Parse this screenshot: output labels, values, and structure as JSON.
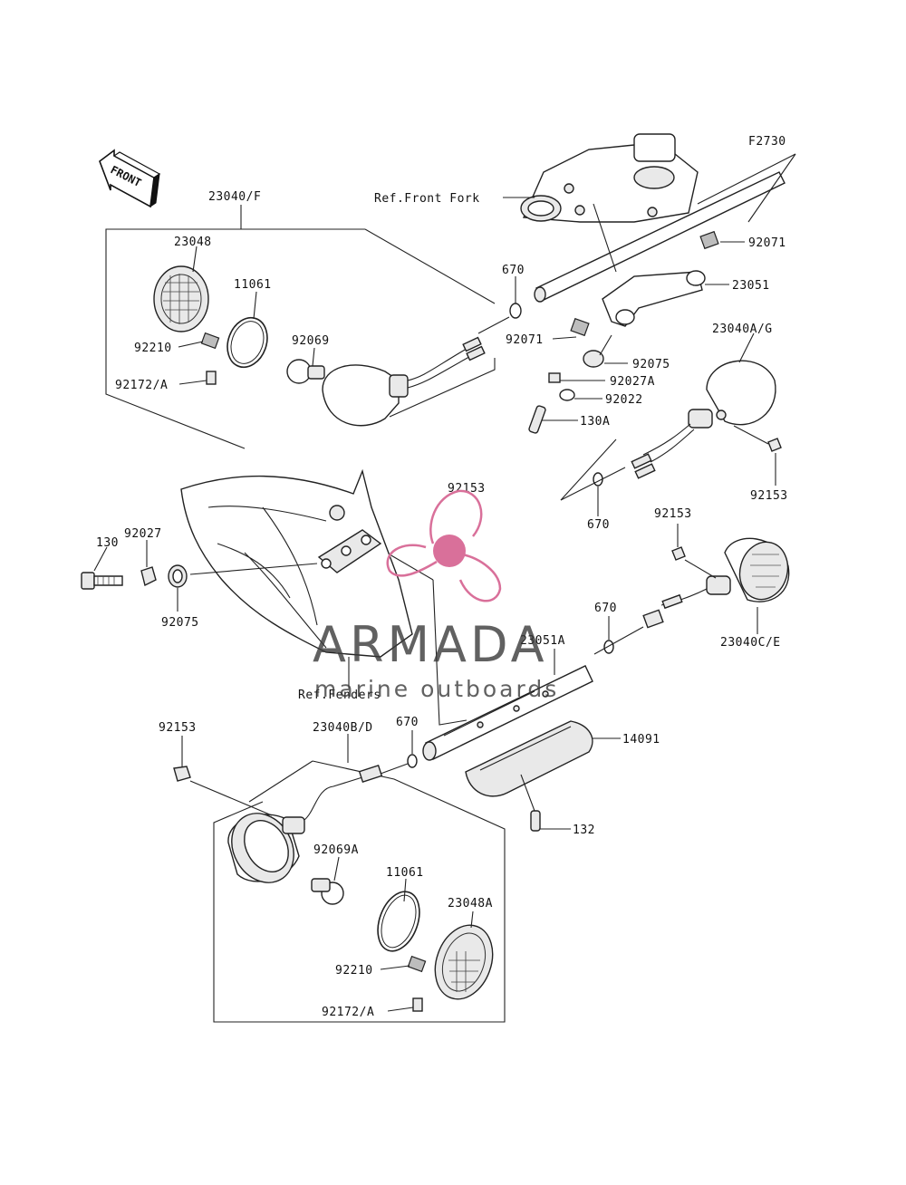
{
  "diagram_code": "F2730",
  "direction_arrow": {
    "label": "FRONT",
    "icon": "front-arrow-icon"
  },
  "references": {
    "front_fork": "Ref.Front Fork",
    "fenders": "Ref.Fenders"
  },
  "watermark": {
    "brand": "ARMADA",
    "tagline": "marine outboards",
    "logo_icon": "propeller-logo-icon",
    "accent_color": "#d9709a"
  },
  "labels": {
    "l_23040f": "23040/F",
    "l_23048": "23048",
    "l_11061_top": "11061",
    "l_92210_top": "92210",
    "l_92172a_top": "92172/A",
    "l_92069": "92069",
    "l_670_top": "670",
    "l_92071_right": "92071",
    "l_23051": "23051",
    "l_92071_left": "92071",
    "l_92075_mid": "92075",
    "l_92027a": "92027A",
    "l_92022": "92022",
    "l_130a": "130A",
    "l_23040ag": "23040A/G",
    "l_92153_top": "92153",
    "l_92153_right": "92153",
    "l_670_right": "670",
    "l_130": "130",
    "l_92027": "92027",
    "l_92075_left": "92075",
    "l_92153_right2": "92153",
    "l_670_mid": "670",
    "l_23040ce": "23040C/E",
    "l_23051a": "23051A",
    "l_14091": "14091",
    "l_132": "132",
    "l_92153_bottom": "92153",
    "l_23040bd": "23040B/D",
    "l_670_bottom": "670",
    "l_92069a": "92069A",
    "l_11061_bottom": "11061",
    "l_23048a": "23048A",
    "l_92210_bottom": "92210",
    "l_92172a_bottom": "92172/A"
  }
}
